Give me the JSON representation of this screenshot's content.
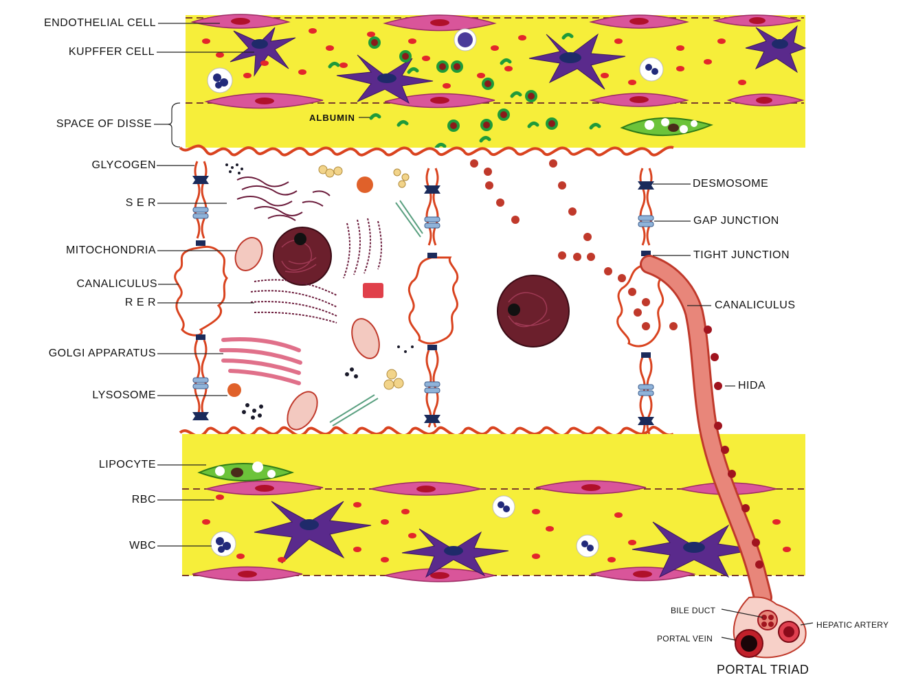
{
  "labels_left": {
    "endothelial_cell": "ENDOTHELIAL  CELL",
    "kupffer_cell": "KUPFFER CELL",
    "space_of_disse": "SPACE  OF  DISSE",
    "glycogen": "GLYCOGEN",
    "ser": "S E R",
    "mitochondria": "MITOCHONDRIA",
    "canaliculus": "CANALICULUS",
    "rer": "R E R",
    "golgi": "GOLGI  APPARATUS",
    "lysosome": "LYSOSOME",
    "lipocyte": "LIPOCYTE",
    "rbc": "RBC",
    "wbc": "WBC"
  },
  "labels_right": {
    "desmosome": "DESMOSOME",
    "gap_junction": "GAP  JUNCTION",
    "tight_junction": "TIGHT  JUNCTION",
    "canaliculus": "CANALICULUS",
    "hida": "HIDA"
  },
  "labels_inner": {
    "albumin": "ALBUMIN"
  },
  "portal_triad": {
    "title": "PORTAL TRIAD",
    "bile_duct": "BILE DUCT",
    "hepatic_artery": "HEPATIC ARTERY",
    "portal_vein": "PORTAL VEIN"
  },
  "colors": {
    "sinusoid_yellow": "#f6ee3a",
    "membrane_red": "#d9431f",
    "endothelial_pink": "#d9559a",
    "kupffer_purple": "#5a2a8c",
    "rbc_red": "#e3262b",
    "nucleus_maroon": "#6b1f2c",
    "albumin_green": "#1f9a3a",
    "lipocyte_green": "#6cc33a",
    "junction_blue": "#8fb3d9",
    "duct_pink": "#e8867a"
  }
}
